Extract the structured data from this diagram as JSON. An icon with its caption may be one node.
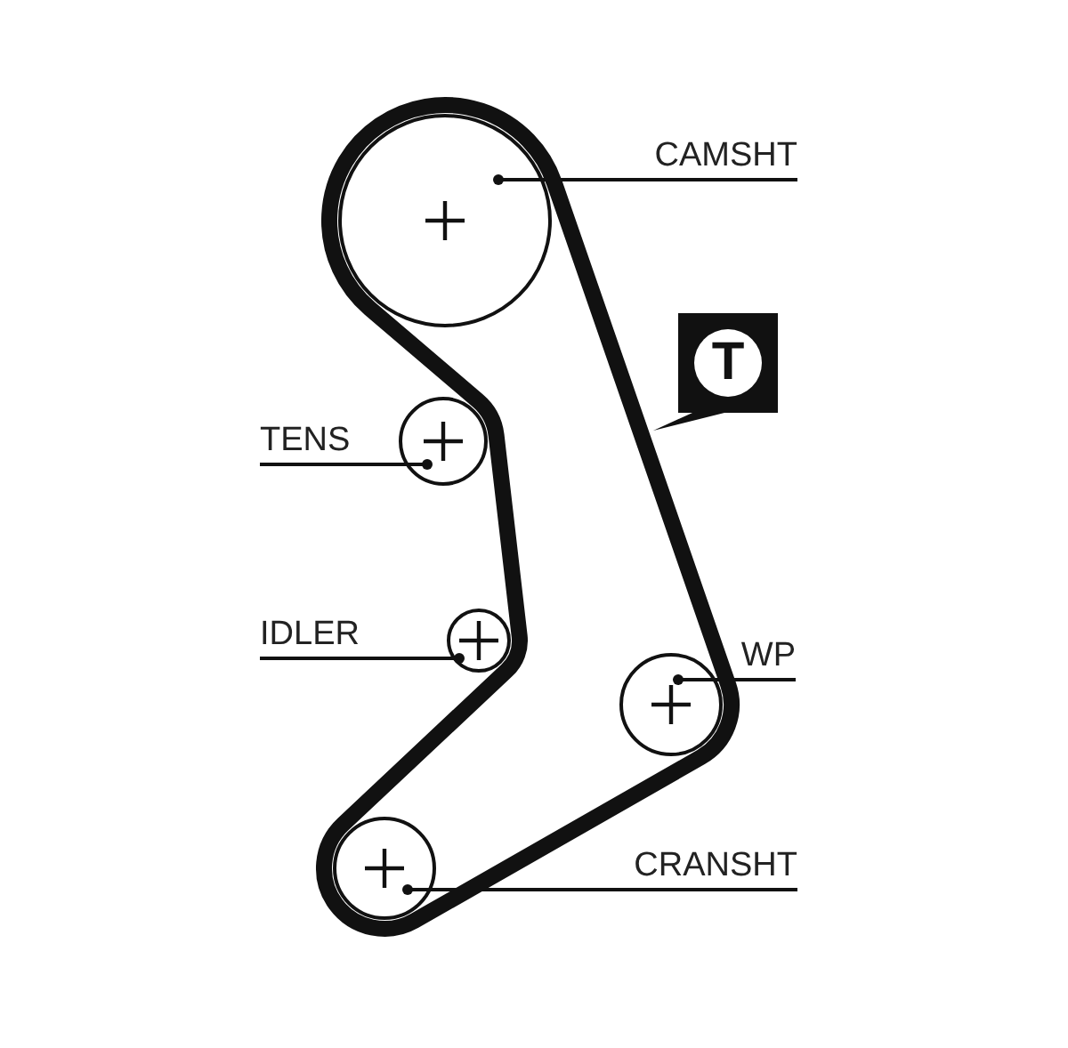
{
  "diagram": {
    "nodes": [
      {
        "text": [
          "CAMSHT"
        ]
      },
      {
        "text": [],
        "shape": "circle"
      },
      {
        "text": [
          "T"
        ]
      },
      {
        "text": [
          "TENS"
        ]
      },
      {
        "text": [],
        "shape": "circle"
      },
      {
        "text": [
          "IDLER"
        ]
      },
      {
        "text": [],
        "shape": "circle"
      },
      {
        "text": [
          "WP"
        ]
      },
      {
        "text": [],
        "shape": "circle"
      },
      {
        "text": [
          "CRANSHT"
        ]
      },
      {
        "text": [],
        "shape": "circle"
      }
    ],
    "edges": [
      {
        "from": 0,
        "to": 1,
        "arrow": "other"
      },
      {
        "from": 3,
        "to": 4,
        "arrow": "other"
      },
      {
        "from": 5,
        "to": 6,
        "arrow": "other"
      },
      {
        "from": 7,
        "to": 8,
        "arrow": "other"
      },
      {
        "from": 9,
        "to": 10,
        "arrow": "other"
      }
    ]
  }
}
